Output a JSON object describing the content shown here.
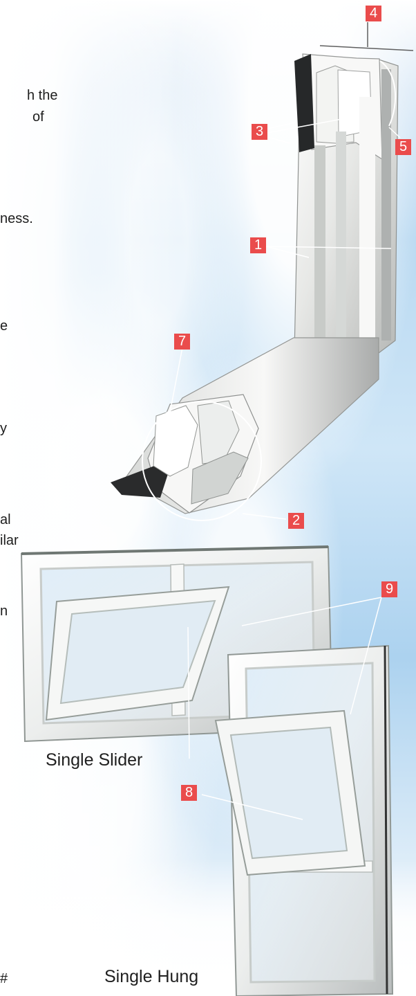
{
  "partial_text_left": [
    "h the",
    "of",
    "ness.",
    "e",
    "y",
    "al",
    "ilar",
    "n",
    "#"
  ],
  "callouts": [
    "4",
    "3",
    "5",
    "1",
    "7",
    "2",
    "9",
    "8"
  ],
  "captions": {
    "single_slider": "Single Slider",
    "single_hung": "Single Hung"
  },
  "colors": {
    "callout_red": "#ea4c4c",
    "frame_white": "#f4f4f2",
    "sky_blue": "#b9d9f1"
  }
}
